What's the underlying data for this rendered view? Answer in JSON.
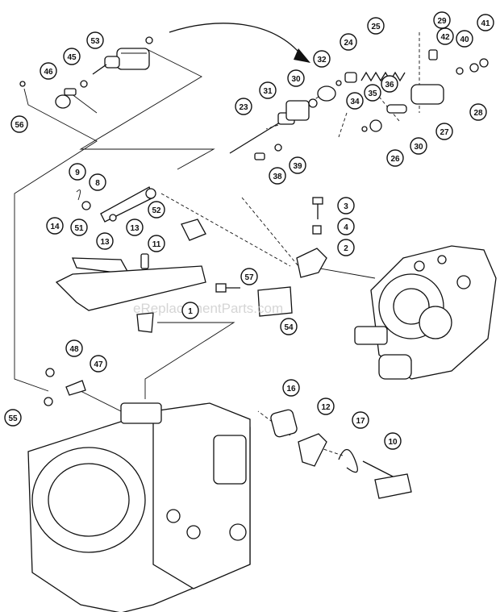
{
  "watermark": "eReplacementParts.com",
  "callouts": [
    {
      "label": "53"
    },
    {
      "label": "45"
    },
    {
      "label": "46"
    },
    {
      "label": "56"
    },
    {
      "label": "32"
    },
    {
      "label": "24"
    },
    {
      "label": "25"
    },
    {
      "label": "29"
    },
    {
      "label": "42"
    },
    {
      "label": "40"
    },
    {
      "label": "41"
    },
    {
      "label": "31"
    },
    {
      "label": "30"
    },
    {
      "label": "34"
    },
    {
      "label": "35"
    },
    {
      "label": "36"
    },
    {
      "label": "28"
    },
    {
      "label": "23"
    },
    {
      "label": "27"
    },
    {
      "label": "26"
    },
    {
      "label": "30"
    },
    {
      "label": "38"
    },
    {
      "label": "39"
    },
    {
      "label": "9"
    },
    {
      "label": "8"
    },
    {
      "label": "14"
    },
    {
      "label": "13"
    },
    {
      "label": "13"
    },
    {
      "label": "52"
    },
    {
      "label": "51"
    },
    {
      "label": "11"
    },
    {
      "label": "3"
    },
    {
      "label": "4"
    },
    {
      "label": "2"
    },
    {
      "label": "57"
    },
    {
      "label": "54"
    },
    {
      "label": "1"
    },
    {
      "label": "48"
    },
    {
      "label": "47"
    },
    {
      "label": "55"
    },
    {
      "label": "16"
    },
    {
      "label": "12"
    },
    {
      "label": "17"
    },
    {
      "label": "10"
    }
  ]
}
